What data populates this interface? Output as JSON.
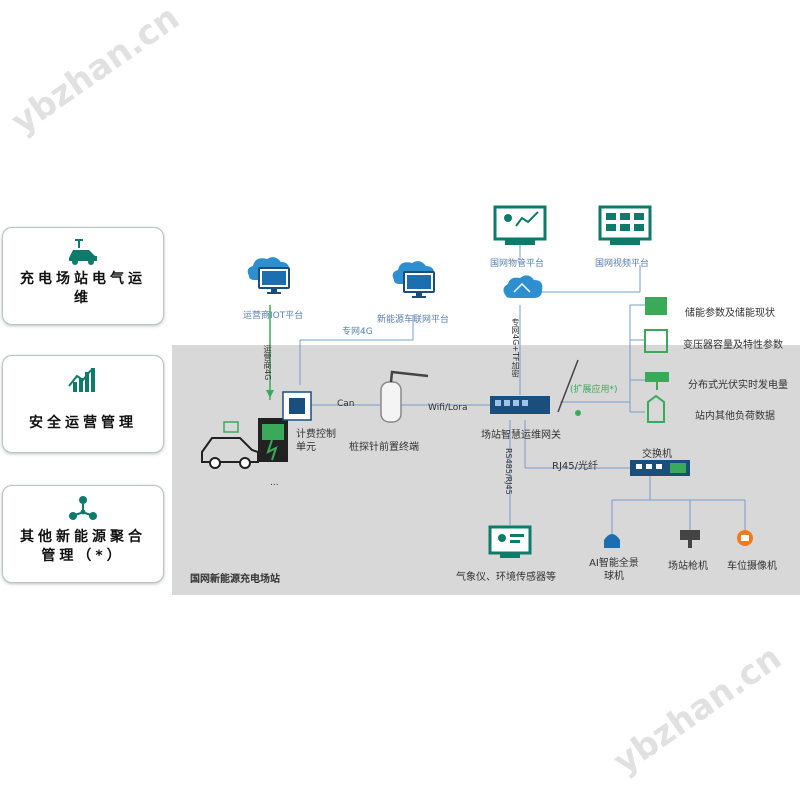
{
  "watermark": "ybzhan.cn",
  "left_panel": [
    {
      "label": "充电场站电气运维",
      "icon": "ev-car-icon"
    },
    {
      "label": "安全运营管理",
      "icon": "bar-chart-icon"
    },
    {
      "label": "其他新能源聚合管理（*）",
      "icon": "network-nodes-icon"
    }
  ],
  "zone_label": "国网新能源充电场站",
  "cloud_platforms": {
    "operator_iot": "运营商IOT平台",
    "nev_network": "新能源车联网平台",
    "sgcc_iot": "国网物管平台",
    "sgcc_video": "国网视频平台"
  },
  "links": {
    "operator_4g": "运营商4G",
    "private_4g": "专网4G",
    "private_4g_encrypted": "专网4G+TF加密",
    "can": "Can",
    "wifi_lora": "Wifi/Lora",
    "rs485": "RS485/RJ45",
    "rj45_fiber": "RJ45/光纤"
  },
  "devices": {
    "billing_unit": "计费控制单元",
    "pile_probe": "桩探针前置终端",
    "gateway": "场站智慧运维网关",
    "extended": "(扩展应用*)",
    "switch": "交换机",
    "weather_sensor": "气象仪、环境传感器等",
    "ai_camera": "AI智能全景球机",
    "station_camera": "场站枪机",
    "parking_camera": "车位摄像机",
    "ellipsis": "..."
  },
  "right_items": [
    "储能参数及储能现状",
    "变压器容量及特性参数",
    "分布式光伏实时发电量",
    "站内其他负荷数据"
  ],
  "colors": {
    "cloud": "#2e8fd0",
    "monitor": "#0e7a6a",
    "green": "#3aaa5a",
    "dark": "#222222",
    "line": "#7a9cc8"
  }
}
